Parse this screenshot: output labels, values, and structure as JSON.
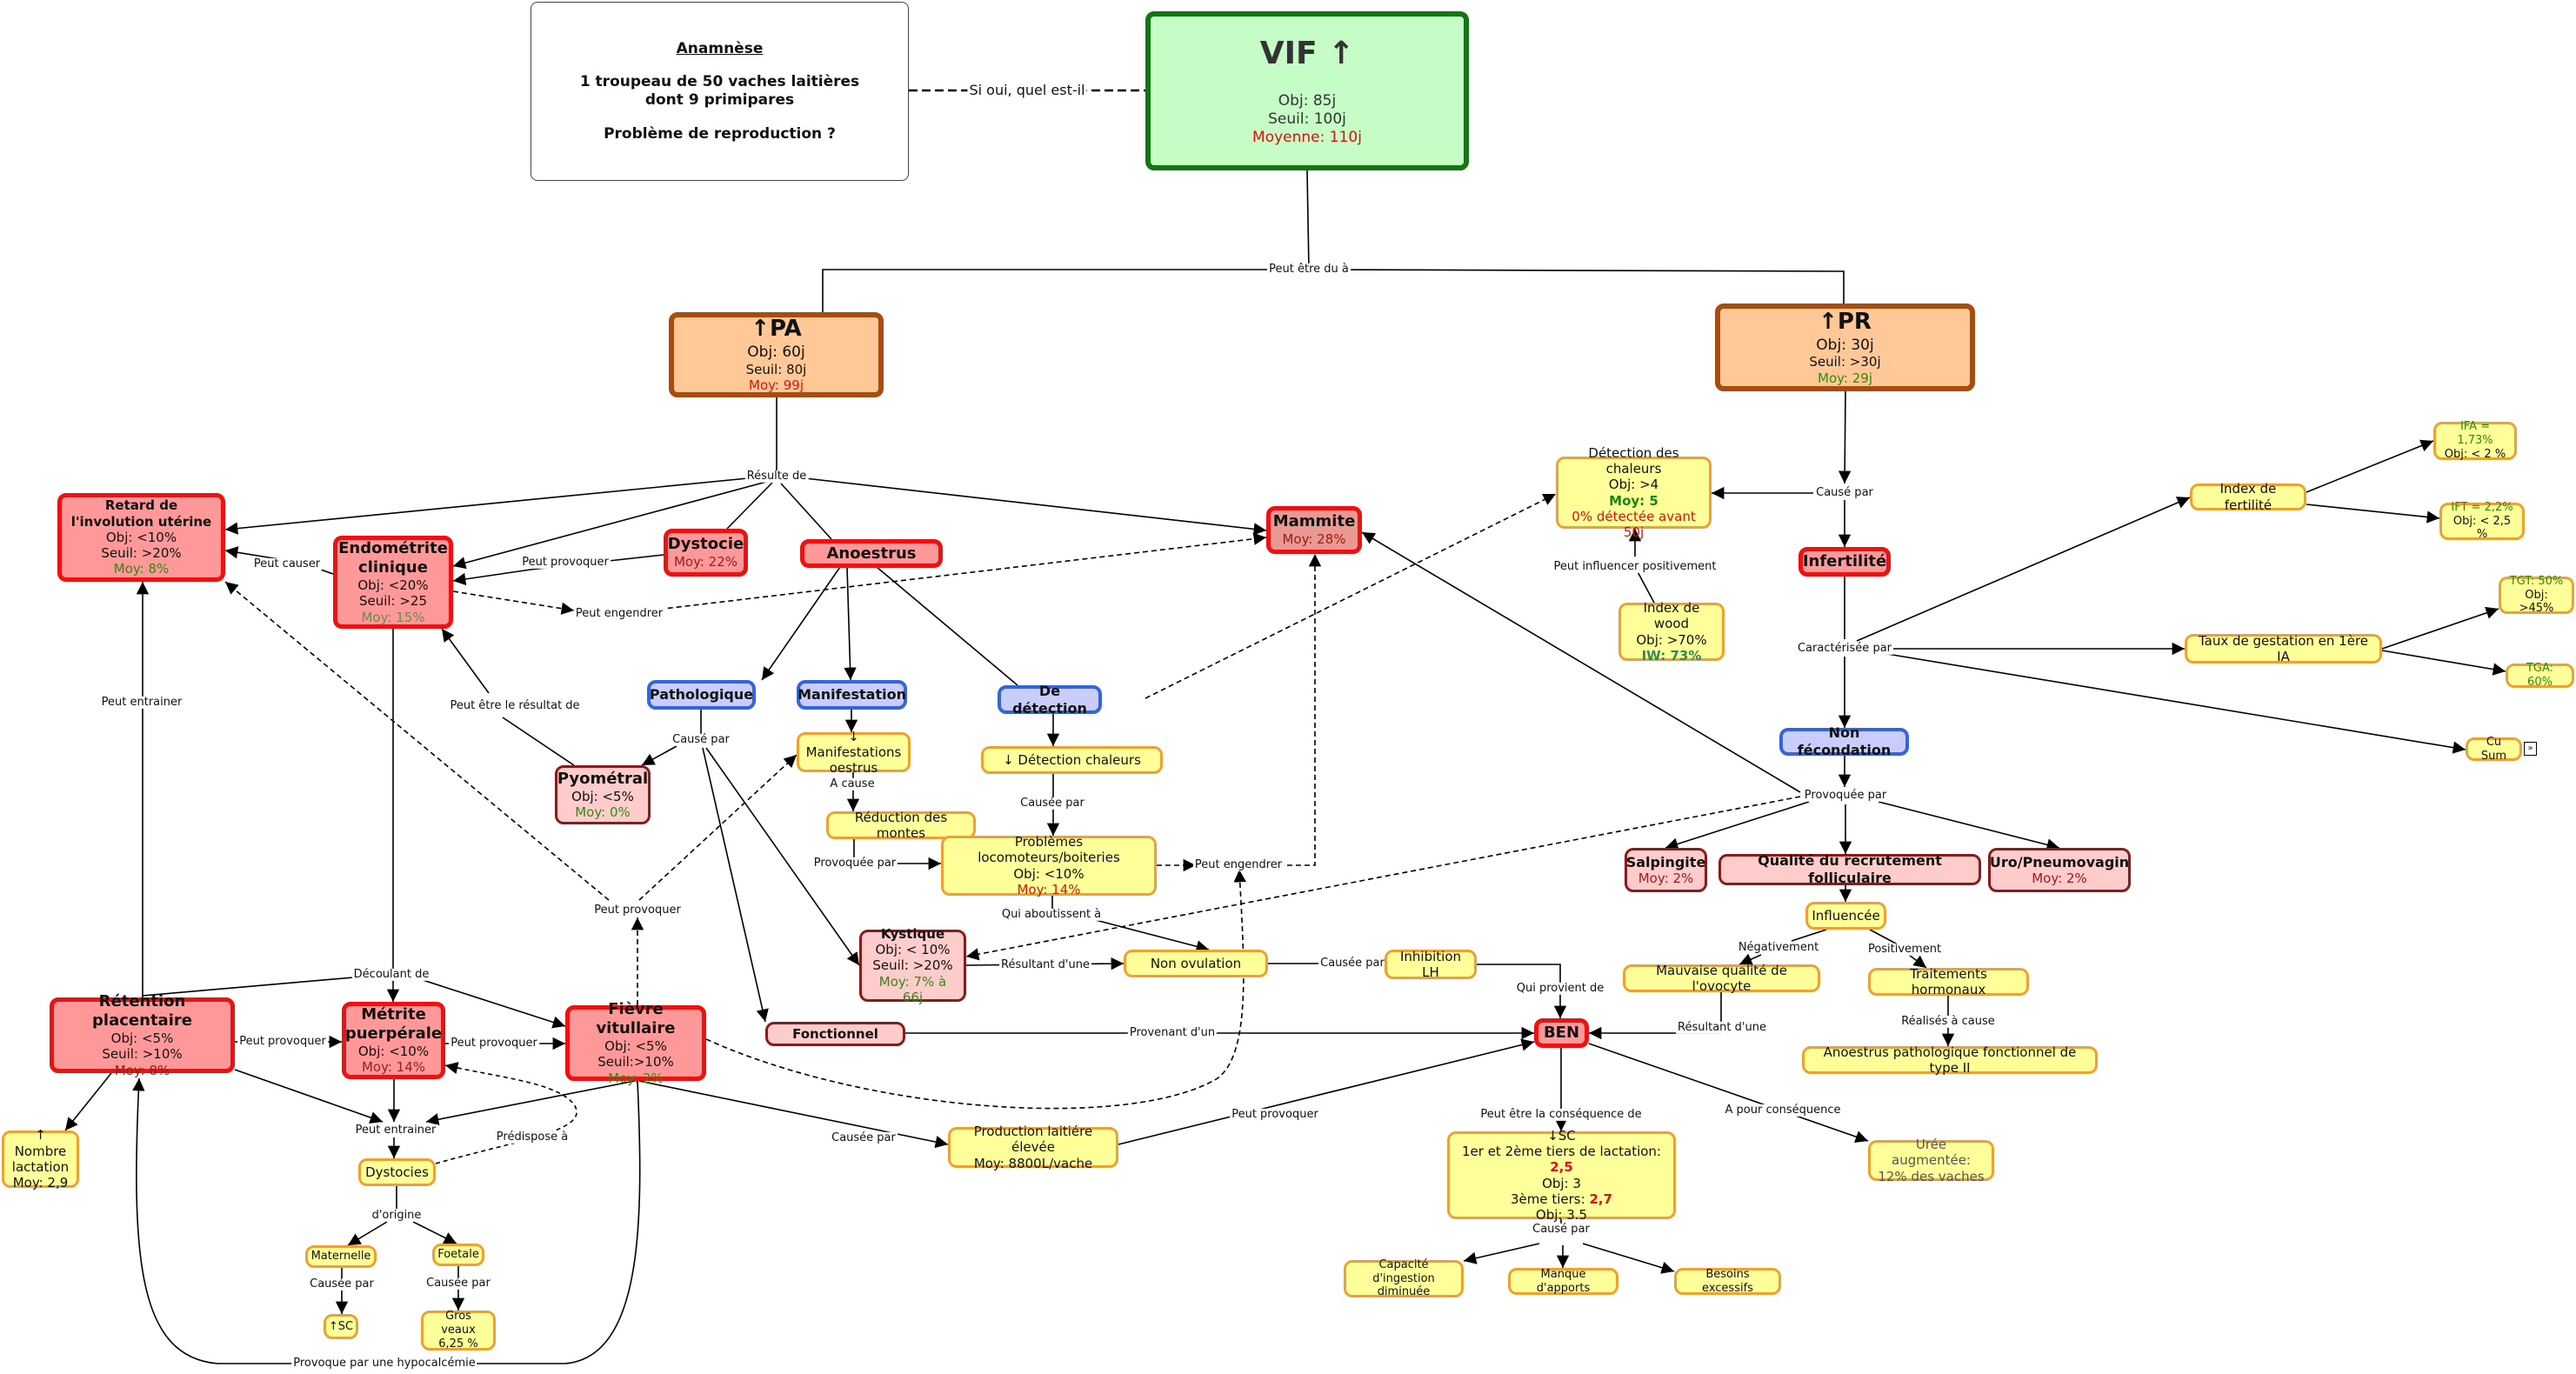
{
  "colors": {
    "critical_fill": "#ff9999",
    "critical_border": "#ee1111",
    "secondary_fill": "#ffcccc",
    "secondary_border": "#8b1a1a",
    "category_fill": "#c9cdfc",
    "category_border": "#3366dd",
    "info_fill": "#ffff99",
    "info_border": "#f0a030",
    "indicator_fill": "#ffc896",
    "indicator_border": "#a84c10",
    "root_fill": "#c6fcc6",
    "root_border": "#117711",
    "bad_value": "#dd1111",
    "good_value": "#2e8b11"
  },
  "anamnese": {
    "title": "Anamnèse",
    "line1": "1 troupeau de 50 vaches laitières",
    "line2": "dont 9 primipares",
    "question": "Problème de reproduction ?"
  },
  "vif": {
    "title": "VIF ↑",
    "obj": "Obj: 85j",
    "seuil": "Seuil: 100j",
    "moy": "Moyenne: 110j"
  },
  "pa": {
    "title": "↑PA",
    "obj": "Obj: 60j",
    "seuil": "Seuil: 80j",
    "moy": "Moy: 99j"
  },
  "pr": {
    "title": "↑PR",
    "obj": "Obj: 30j",
    "seuil": "Seuil: >30j",
    "moy": "Moy: 29j"
  },
  "nodes": {
    "retard": {
      "title": "Retard de l'involution utérine",
      "obj": "Obj: <10%",
      "seuil": "Seuil: >20%",
      "moy": "Moy: 8%"
    },
    "endometrite": {
      "title": "Endométrite clinique",
      "obj": "Obj: <20%",
      "seuil": "Seuil: >25",
      "moy": "Moy: 15%"
    },
    "dystocie": {
      "title": "Dystocie",
      "moy": "Moy: 22%"
    },
    "anoestrus": {
      "title": "Anoestrus"
    },
    "mammite": {
      "title": "Mammite",
      "moy": "Moy: 28%"
    },
    "detection_chaleurs": {
      "title": "Détection des chaleurs",
      "obj": "Obj: >4",
      "moy": "Moy: 5",
      "note": "0% détectée avant 50j"
    },
    "index_wood": {
      "title": "Index de wood",
      "obj": "Obj: >70%",
      "iw": "IW: 73%"
    },
    "infertilite": {
      "title": "Infertilité"
    },
    "index_fertilite": {
      "title": "Index de fertilité"
    },
    "ifa": {
      "value": "IFA = 1,73%",
      "obj": "Obj: < 2 %"
    },
    "ift": {
      "value": "IFT = 2,2%",
      "obj": "Obj: < 2,5 %"
    },
    "taux_gestation": {
      "title": "Taux de gestation en 1ère IA"
    },
    "tgt": {
      "value": "TGT: 50%",
      "obj": "Obj: >45%"
    },
    "tga": {
      "value": "TGA: 60%"
    },
    "cusum": {
      "title": "Cu Sum",
      "icon": "expand-icon"
    },
    "pathologique": {
      "title": "Pathologique"
    },
    "manifestation": {
      "title": "Manifestation"
    },
    "de_detection": {
      "title": "De détection"
    },
    "non_fecondation": {
      "title": "Non fécondation"
    },
    "pyometral": {
      "title": "Pyométral",
      "obj": "Obj: <5%",
      "moy": "Moy: 0%"
    },
    "manif_oestrus": {
      "title": "↓ Manifestations oestrus"
    },
    "detection_down": {
      "title": "↓ Détection chaleurs"
    },
    "reduction_montes": {
      "title": "Réduction des montes"
    },
    "problemes_loco": {
      "title": "Problèmes locomoteurs/boiteries",
      "obj": "Obj: <10%",
      "moy": "Moy: 14%"
    },
    "kystique": {
      "title": "Kystique",
      "obj": "Obj: < 10%",
      "seuil": "Seuil: >20%",
      "moy": "Moy: 7% à 66j"
    },
    "non_ovulation": {
      "title": "Non ovulation"
    },
    "inhibition_lh": {
      "title": "Inhibition LH"
    },
    "salpingite": {
      "title": "Salpingite",
      "moy": "Moy: 2%"
    },
    "qualite_recrutement": {
      "title": "Qualité du recrutement folliculaire"
    },
    "uro": {
      "title": "Uro/Pneumovagin",
      "moy": "Moy: 2%"
    },
    "influencee": {
      "title": "Influencée"
    },
    "mauvaise_qualite": {
      "title": "Mauvaise qualité de l'ovocyte"
    },
    "traitements": {
      "title": "Traitements hormonaux"
    },
    "anoestrus_type2": {
      "title": "Anoestrus pathologique fonctionnel de type II"
    },
    "ben": {
      "title": "BEN"
    },
    "fonctionnel": {
      "title": "Fonctionnel"
    },
    "retention": {
      "title": "Rétention placentaire",
      "obj": "Obj: <5%",
      "seuil": "Seuil: >10%",
      "moy": "Moy: 8%"
    },
    "metrite": {
      "title": "Métrite puerpérale",
      "obj": "Obj: <10%",
      "moy": "Moy: 14%"
    },
    "fievre": {
      "title": "Fièvre vitullaire",
      "obj": "Obj: <5%",
      "seuil": "Seuil:>10%",
      "moy": "Moy: 2%"
    },
    "nombre_lactation": {
      "title": "↑ Nombre lactation",
      "moy": "Moy: 2,9"
    },
    "dystocies": {
      "title": "Dystocies"
    },
    "maternelle": {
      "title": "Maternelle"
    },
    "foetale": {
      "title": "Foetale"
    },
    "sc_up": {
      "title": "↑SC"
    },
    "gros_veaux": {
      "title": "Gros veaux",
      "value": "6,25 %"
    },
    "production": {
      "title": "Production laitiére élevée",
      "moy": "Moy: 8800L/vache"
    },
    "sc_down": {
      "title": "↓SC",
      "line1": "1er et 2ème tiers de lactation: ",
      "v1": "2,5",
      "obj1": "Obj: 3",
      "line2": "3ème tiers: ",
      "v2": "2,7",
      "obj2": "Obj: 3.5"
    },
    "uree": {
      "title": "Urée augmentée:",
      "value": "12% des vaches"
    },
    "capacite": {
      "title": "Capacité d'ingestion diminuée"
    },
    "manque": {
      "title": "Manque d'apports"
    },
    "besoins": {
      "title": "Besoins excessifs"
    }
  },
  "labels": {
    "si_oui": "Si oui, quel est-il",
    "peut_etre_du": "Peut être du à",
    "resulte_de": "Résulte de",
    "cause_par_pr": "Causé par",
    "peut_influencer": "Peut influencer positivement",
    "caracterisee_par": "Caractérisée par",
    "peut_causer": "Peut causer",
    "peut_provoquer_dys": "Peut provoquer",
    "peut_engendrer_endo": "Peut engendrer",
    "peut_entrainer_ret": "Peut entrainer",
    "peut_etre_resultat": "Peut être le résultat de",
    "cause_par_patho": "Causé par",
    "a_cause": "A cause",
    "causee_par_det": "Causée par",
    "provoquee_par_red": "Provoquée par",
    "peut_engendrer_loco": "Peut engendrer",
    "qui_aboutissent": "Qui aboutissent à",
    "resultant_dune_kys": "Résultant d'une",
    "causee_par_nonov": "Causée par",
    "qui_provient": "Qui provient de",
    "provoquee_par_nf": "Provoquée par",
    "negativement": "Négativement",
    "positivement": "Positivement",
    "realises_a_cause": "Réalisés à cause",
    "resultant_dune_mauv": "Résultant d'une",
    "provenant_dun": "Provenant d'un",
    "peut_provoquer_fv": "Peut provoquer",
    "decoulant_de": "Découlant de",
    "peut_provoquer_ret": "Peut provoquer",
    "peut_provoquer_met": "Peut provoquer",
    "peut_entrainer_dys": "Peut entrainer",
    "predispose": "Prédispose à",
    "d_origine": "d'origine",
    "causee_par_mat": "Causée par",
    "causee_par_foe": "Causée par",
    "hypocalcemie": "Provoque par une hypocalcémie",
    "causee_par_prod": "Causée par",
    "peut_provoquer_prod": "Peut provoquer",
    "consequence_de": "Peut être la conséquence de",
    "a_pour_consequence": "A pour conséquence",
    "cause_par_sc": "Causé par"
  }
}
